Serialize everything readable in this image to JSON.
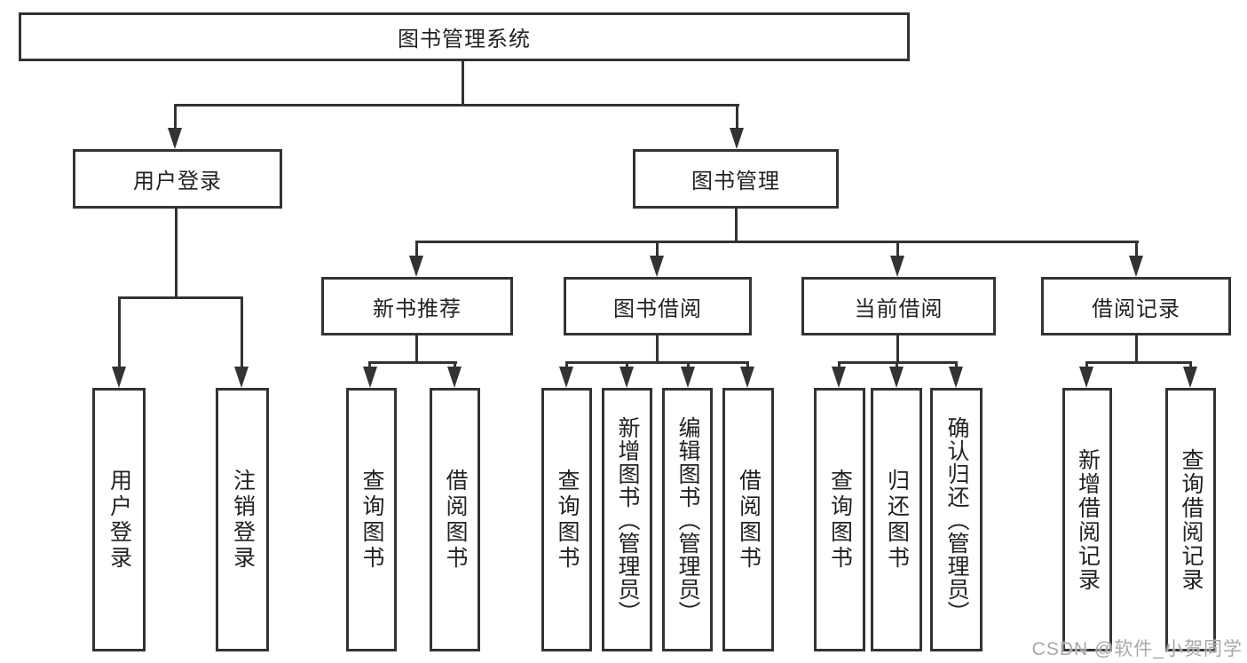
{
  "diagram": {
    "title": "图书管理系统",
    "branches": [
      {
        "label": "用户登录",
        "children": [
          {
            "label": "用户登录"
          },
          {
            "label": "注销登录"
          }
        ]
      },
      {
        "label": "图书管理",
        "children": [
          {
            "label": "新书推荐",
            "children": [
              {
                "label": "查询图书"
              },
              {
                "label": "借阅图书"
              }
            ]
          },
          {
            "label": "图书借阅",
            "children": [
              {
                "label": "查询图书"
              },
              {
                "label": "新增图书（管理员）"
              },
              {
                "label": "编辑图书（管理员）"
              },
              {
                "label": "借阅图书"
              }
            ]
          },
          {
            "label": "当前借阅",
            "children": [
              {
                "label": "查询图书"
              },
              {
                "label": "归还图书"
              },
              {
                "label": "确认归还（管理员）"
              }
            ]
          },
          {
            "label": "借阅记录",
            "children": [
              {
                "label": "新增借阅记录"
              },
              {
                "label": "查询借阅记录"
              }
            ]
          }
        ]
      }
    ],
    "colors": {
      "line": "#333333",
      "box_border": "#333333",
      "box_fill": "#ffffff",
      "text": "#222222",
      "watermark": "#a8a8a8",
      "background": "#ffffff"
    }
  },
  "watermark": {
    "text": "CSDN @软件_小贺同学"
  }
}
